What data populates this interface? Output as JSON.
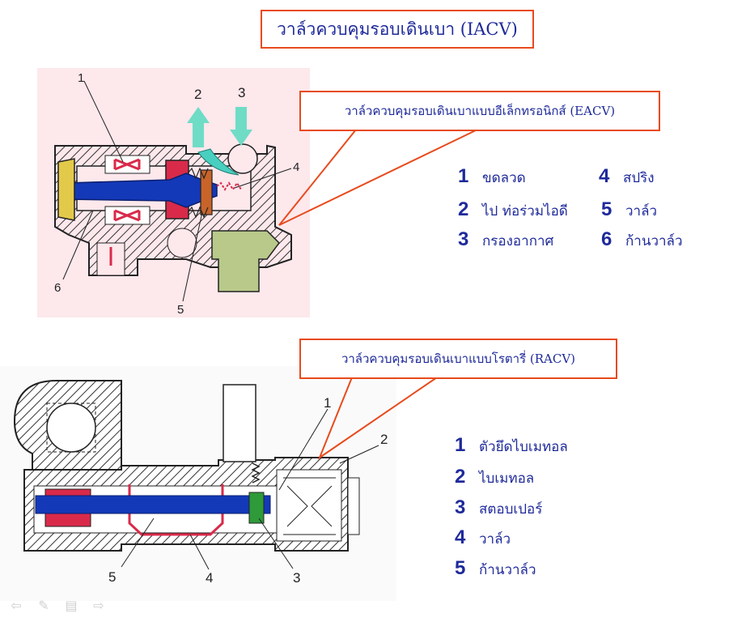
{
  "title": "วาล์วควบคุมรอบเดินเบา (IACV)",
  "eacv": {
    "callout": "วาล์วควบคุมรอบเดินเบาแบบอีเล็กทรอนิกส์ (EACV)",
    "diagram_labels": [
      "1",
      "2",
      "3",
      "4",
      "5",
      "6"
    ],
    "legend": [
      {
        "num": "1",
        "text": "ขดลวด"
      },
      {
        "num": "2",
        "text": "ไป ท่อร่วมไอดี"
      },
      {
        "num": "3",
        "text": "กรองอากาศ"
      },
      {
        "num": "4",
        "text": "สปริง"
      },
      {
        "num": "5",
        "text": "วาล์ว"
      },
      {
        "num": "6",
        "text": "ก้านวาล์ว"
      }
    ]
  },
  "racv": {
    "callout": "วาล์วควบคุมรอบเดินเบาแบบโรตารี่ (RACV)",
    "diagram_labels": [
      "1",
      "2",
      "3",
      "4",
      "5"
    ],
    "legend": [
      {
        "num": "1",
        "text": "ตัวยึดไบเมทอล"
      },
      {
        "num": "2",
        "text": "ไบเมทอล"
      },
      {
        "num": "3",
        "text": "สตอบเปอร์"
      },
      {
        "num": "4",
        "text": "วาล์ว"
      },
      {
        "num": "5",
        "text": "ก้านวาล์ว"
      }
    ]
  },
  "nav": {
    "icons": [
      "arrow-left-icon",
      "pen-icon",
      "menu-icon",
      "arrow-right-icon"
    ],
    "glyphs": [
      "⇦",
      "✎",
      "▤",
      "⇨"
    ]
  },
  "colors": {
    "accent": "#e84a1c",
    "text": "#1f2a9a",
    "coil": "#d92a4a",
    "shaft": "#1339b8",
    "spring_arrow": "#49cfc0"
  }
}
